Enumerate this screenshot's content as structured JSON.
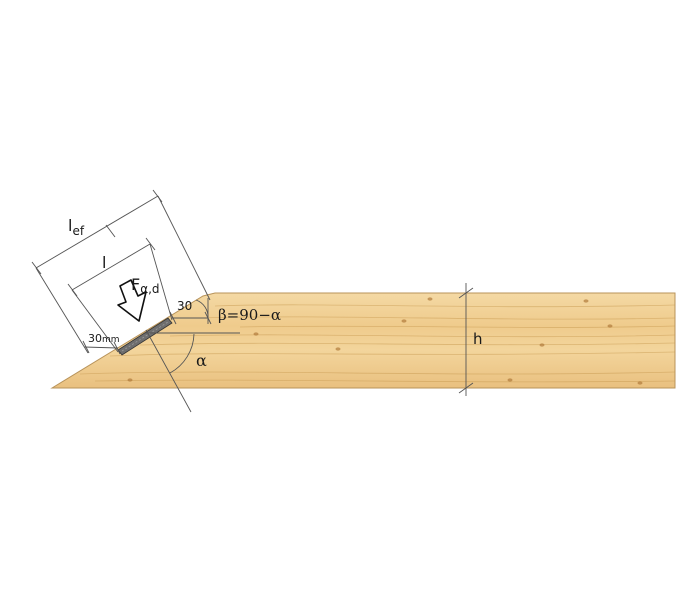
{
  "colors": {
    "wood_light": "#f2d39a",
    "wood_mid": "#e7bd7a",
    "wood_dark": "#d9a860",
    "plate": "#6e6e6e",
    "line": "#555555",
    "text": "#1a1a1a"
  },
  "labels": {
    "l_ef": "l",
    "l_ef_sub": "ef",
    "l": "l",
    "force": "F",
    "force_sub": "α,d",
    "edge_30_top": "30",
    "edge_30_bottom": "30",
    "edge_30_bottom_unit": "mm",
    "beta": "β=90−α",
    "alpha": "α",
    "height": "h"
  }
}
